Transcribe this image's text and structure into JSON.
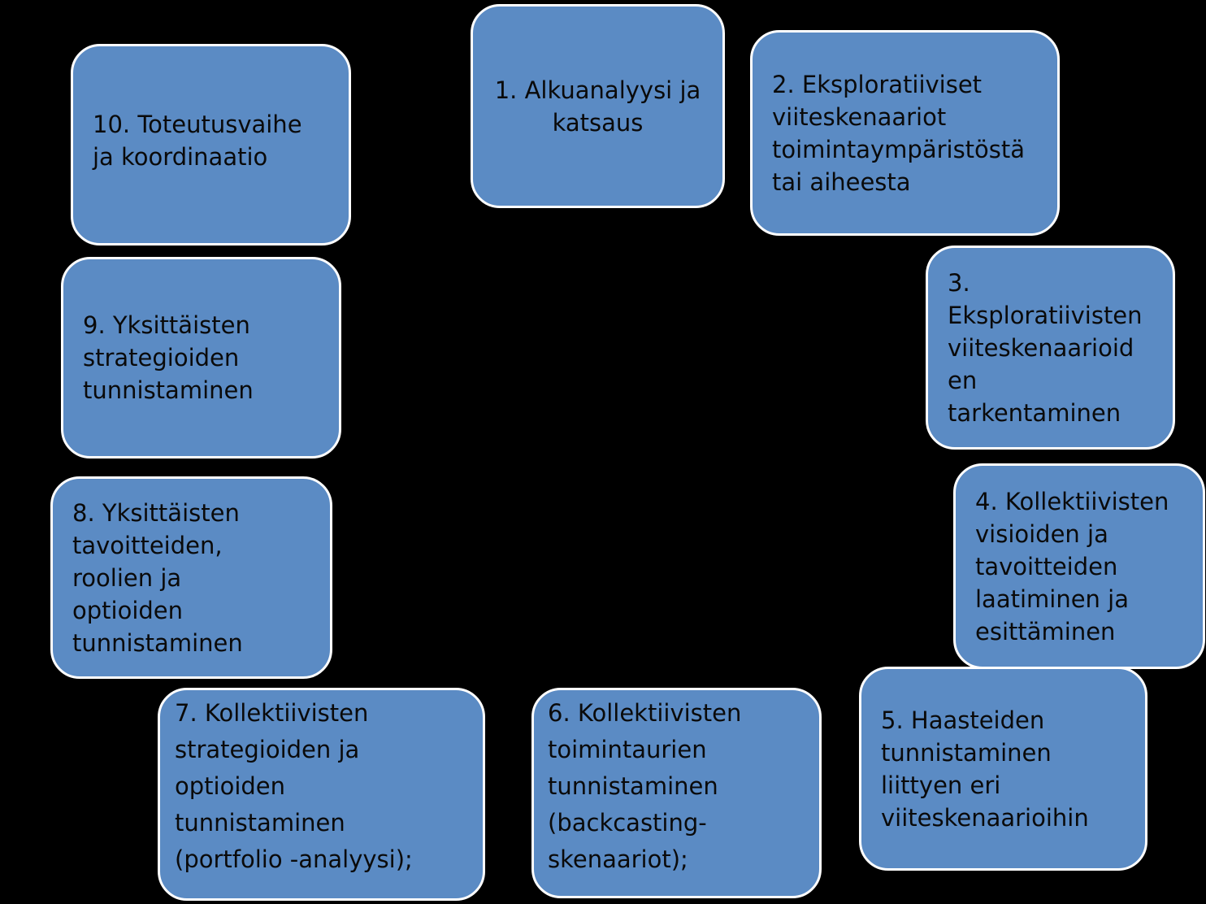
{
  "steps": [
    {
      "id": "s1",
      "lines": [
        "1. Alkuanalyysi ja",
        "katsaus"
      ]
    },
    {
      "id": "s2",
      "lines": [
        "2. Eksploratiiviset",
        "viiteskenaariot",
        "toimintaympäristöstä",
        "tai aiheesta"
      ]
    },
    {
      "id": "s3",
      "lines": [
        "3.",
        "Eksploratiivisten",
        "viiteskenaarioid",
        "en",
        "tarkentaminen"
      ]
    },
    {
      "id": "s4",
      "lines": [
        "4. Kollektiivisten",
        "visioiden ja",
        "tavoitteiden",
        "laatiminen ja",
        "esittäminen"
      ]
    },
    {
      "id": "s5",
      "lines": [
        "5. Haasteiden",
        "tunnistaminen",
        "liittyen eri",
        "viiteskenaarioihin"
      ]
    },
    {
      "id": "s6",
      "lines": [
        "6. Kollektiivisten",
        "toimintaurien",
        "tunnistaminen",
        "(backcasting-",
        "skenaariot);"
      ]
    },
    {
      "id": "s7",
      "lines": [
        "7. Kollektiivisten",
        "strategioiden ja",
        "optioiden",
        "tunnistaminen",
        "(portfolio -analyysi);"
      ]
    },
    {
      "id": "s8",
      "lines": [
        "8. Yksittäisten",
        "tavoitteiden,",
        "roolien ja",
        "optioiden",
        "tunnistaminen"
      ]
    },
    {
      "id": "s9",
      "lines": [
        "9. Yksittäisten",
        "strategioiden",
        "tunnistaminen"
      ]
    },
    {
      "id": "s10",
      "lines": [
        "10. Toteutusvaihe",
        "ja koordinaatio"
      ]
    }
  ],
  "colors": {
    "background": "#000000",
    "box_fill": "#5b8bc4",
    "box_border": "#ffffff",
    "text": "#0a0a0a"
  }
}
